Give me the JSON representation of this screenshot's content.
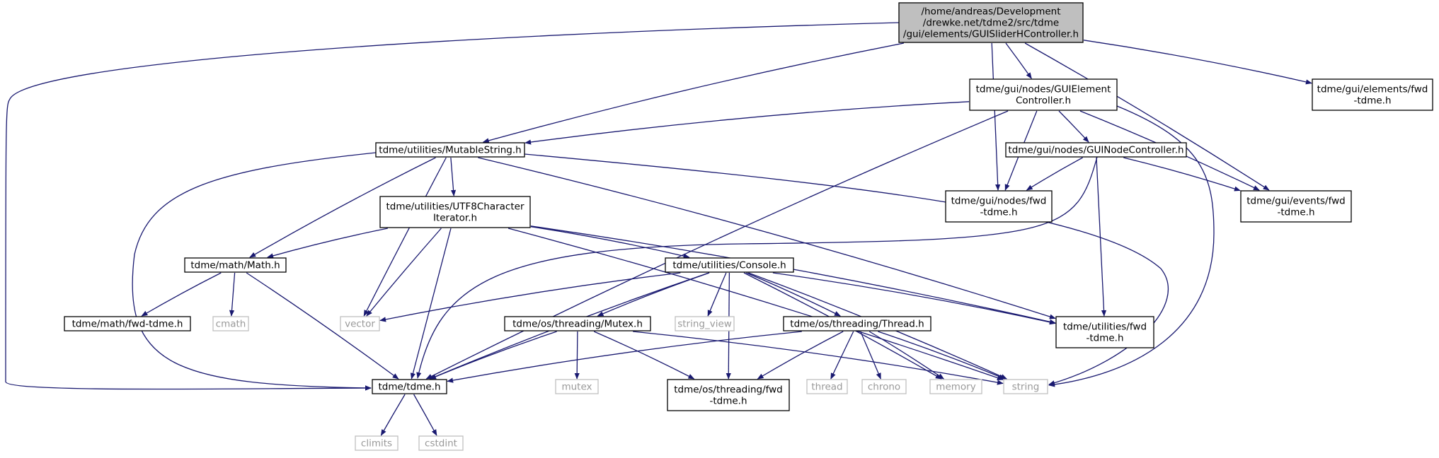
{
  "colors": {
    "edge": "#191970",
    "root_fill": "#bfbfbf",
    "node_fill": "#ffffff",
    "node_stroke": "#000000",
    "system_stroke": "#bfbfbf",
    "system_text": "#999999",
    "text": "#000000"
  },
  "nodes": [
    {
      "id": "root",
      "kind": "root",
      "lines": [
        "/home/andreas/Development",
        "/drewke.net/tdme2/src/tdme",
        "/gui/elements/GUISliderHController.h"
      ]
    },
    {
      "id": "gec",
      "kind": "header",
      "lines": [
        "tdme/gui/nodes/GUIElement",
        "Controller.h"
      ]
    },
    {
      "id": "elemfwd",
      "kind": "header",
      "lines": [
        "tdme/gui/elements/fwd",
        "-tdme.h"
      ]
    },
    {
      "id": "ms",
      "kind": "header",
      "lines": [
        "tdme/utilities/MutableString.h"
      ]
    },
    {
      "id": "gnc",
      "kind": "header",
      "lines": [
        "tdme/gui/nodes/GUINodeController.h"
      ]
    },
    {
      "id": "nodesfwd",
      "kind": "header",
      "lines": [
        "tdme/gui/nodes/fwd",
        "-tdme.h"
      ]
    },
    {
      "id": "eventsfwd",
      "kind": "header",
      "lines": [
        "tdme/gui/events/fwd",
        "-tdme.h"
      ]
    },
    {
      "id": "utf8",
      "kind": "header",
      "lines": [
        "tdme/utilities/UTF8Character",
        "Iterator.h"
      ]
    },
    {
      "id": "math",
      "kind": "header",
      "lines": [
        "tdme/math/Math.h"
      ]
    },
    {
      "id": "console",
      "kind": "header",
      "lines": [
        "tdme/utilities/Console.h"
      ]
    },
    {
      "id": "mathfwd",
      "kind": "header",
      "lines": [
        "tdme/math/fwd-tdme.h"
      ]
    },
    {
      "id": "cmath",
      "kind": "system",
      "lines": [
        "cmath"
      ]
    },
    {
      "id": "vector",
      "kind": "system",
      "lines": [
        "vector"
      ]
    },
    {
      "id": "mutex_h",
      "kind": "header",
      "lines": [
        "tdme/os/threading/Mutex.h"
      ]
    },
    {
      "id": "string_view",
      "kind": "system",
      "lines": [
        "string_view"
      ]
    },
    {
      "id": "thread_h",
      "kind": "header",
      "lines": [
        "tdme/os/threading/Thread.h"
      ]
    },
    {
      "id": "utilfwd",
      "kind": "header",
      "lines": [
        "tdme/utilities/fwd",
        "-tdme.h"
      ]
    },
    {
      "id": "tdme",
      "kind": "header",
      "lines": [
        "tdme/tdme.h"
      ]
    },
    {
      "id": "mutex",
      "kind": "system",
      "lines": [
        "mutex"
      ]
    },
    {
      "id": "threadfwd",
      "kind": "header",
      "lines": [
        "tdme/os/threading/fwd",
        "-tdme.h"
      ]
    },
    {
      "id": "thread",
      "kind": "system",
      "lines": [
        "thread"
      ]
    },
    {
      "id": "chrono",
      "kind": "system",
      "lines": [
        "chrono"
      ]
    },
    {
      "id": "memory",
      "kind": "system",
      "lines": [
        "memory"
      ]
    },
    {
      "id": "string",
      "kind": "system",
      "lines": [
        "string"
      ]
    },
    {
      "id": "climits",
      "kind": "system",
      "lines": [
        "climits"
      ]
    },
    {
      "id": "cstdint",
      "kind": "system",
      "lines": [
        "cstdint"
      ]
    }
  ],
  "edges": [
    [
      "root",
      "gec"
    ],
    [
      "root",
      "elemfwd"
    ],
    [
      "root",
      "ms"
    ],
    [
      "root",
      "tdme"
    ],
    [
      "root",
      "nodesfwd"
    ],
    [
      "root",
      "eventsfwd"
    ],
    [
      "gec",
      "ms"
    ],
    [
      "gec",
      "gnc"
    ],
    [
      "gec",
      "nodesfwd"
    ],
    [
      "gec",
      "eventsfwd"
    ],
    [
      "gec",
      "tdme"
    ],
    [
      "gec",
      "string"
    ],
    [
      "gnc",
      "nodesfwd"
    ],
    [
      "gnc",
      "eventsfwd"
    ],
    [
      "gnc",
      "utilfwd"
    ],
    [
      "gnc",
      "tdme"
    ],
    [
      "ms",
      "utf8"
    ],
    [
      "ms",
      "math"
    ],
    [
      "ms",
      "vector"
    ],
    [
      "ms",
      "tdme"
    ],
    [
      "ms",
      "utilfwd"
    ],
    [
      "ms",
      "string"
    ],
    [
      "utf8",
      "math"
    ],
    [
      "utf8",
      "console"
    ],
    [
      "utf8",
      "vector"
    ],
    [
      "utf8",
      "tdme"
    ],
    [
      "utf8",
      "utilfwd"
    ],
    [
      "utf8",
      "string"
    ],
    [
      "math",
      "mathfwd"
    ],
    [
      "math",
      "cmath"
    ],
    [
      "math",
      "tdme"
    ],
    [
      "console",
      "vector"
    ],
    [
      "console",
      "string_view"
    ],
    [
      "console",
      "mutex_h"
    ],
    [
      "console",
      "thread_h"
    ],
    [
      "console",
      "threadfwd"
    ],
    [
      "console",
      "utilfwd"
    ],
    [
      "console",
      "tdme"
    ],
    [
      "console",
      "memory"
    ],
    [
      "console",
      "string"
    ],
    [
      "mutex_h",
      "tdme"
    ],
    [
      "mutex_h",
      "mutex"
    ],
    [
      "mutex_h",
      "threadfwd"
    ],
    [
      "mutex_h",
      "string"
    ],
    [
      "thread_h",
      "tdme"
    ],
    [
      "thread_h",
      "threadfwd"
    ],
    [
      "thread_h",
      "thread"
    ],
    [
      "thread_h",
      "chrono"
    ],
    [
      "thread_h",
      "memory"
    ],
    [
      "thread_h",
      "string"
    ],
    [
      "tdme",
      "climits"
    ],
    [
      "tdme",
      "cstdint"
    ]
  ]
}
